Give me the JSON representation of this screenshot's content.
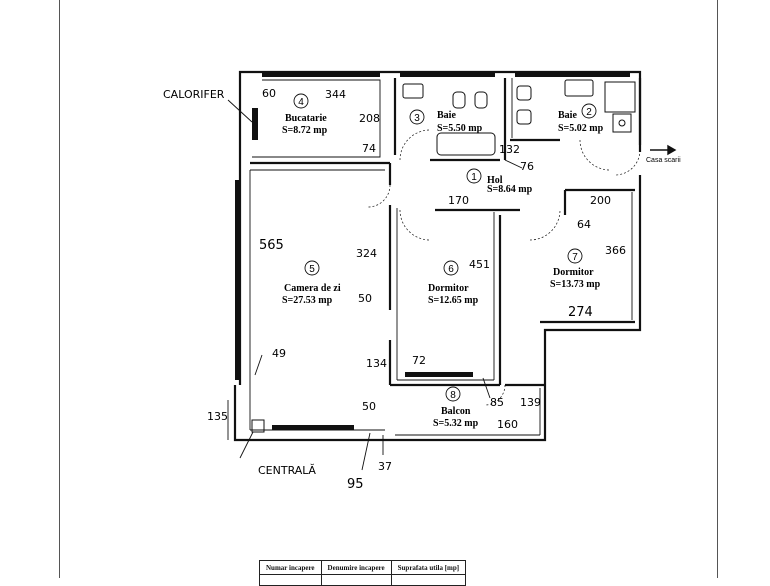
{
  "rooms": [
    {
      "number": "1",
      "name": "Hol",
      "area": "S=8.64 mp"
    },
    {
      "number": "2",
      "name": "Baie",
      "area": "S=5.02 mp"
    },
    {
      "number": "3",
      "name": "Baie",
      "area": "S=5.50 mp"
    },
    {
      "number": "4",
      "name": "Bucatarie",
      "area": "S=8.72 mp"
    },
    {
      "number": "5",
      "name": "Camera de zi",
      "area": "S=27.53 mp"
    },
    {
      "number": "6",
      "name": "Dormitor",
      "area": "S=12.65 mp"
    },
    {
      "number": "7",
      "name": "Dormitor",
      "area": "S=13.73 mp"
    },
    {
      "number": "8",
      "name": "Balcon",
      "area": "S=5.32 mp"
    }
  ],
  "annotations": {
    "calorifer": "CALORIFER",
    "centrala": "CENTRALĂ",
    "casa_scarii": "Casa scarii"
  },
  "dimensions": {
    "d_60": "60",
    "d_344": "344",
    "d_208": "208",
    "d_74": "74",
    "d_132": "132",
    "d_76": "76",
    "d_170": "170",
    "d_200": "200",
    "d_64": "64",
    "d_565": "565",
    "d_324": "324",
    "d_451": "451",
    "d_366": "366",
    "d_274": "274",
    "d_50a": "50",
    "d_49": "49",
    "d_134": "134",
    "d_72": "72",
    "d_135": "135",
    "d_50b": "50",
    "d_85": "85",
    "d_139": "139",
    "d_160": "160",
    "d_37": "37",
    "d_95": "95"
  },
  "table": {
    "headers": [
      "Numar incapere",
      "Denumire incapere",
      "Suprafata utila [mp]"
    ]
  }
}
